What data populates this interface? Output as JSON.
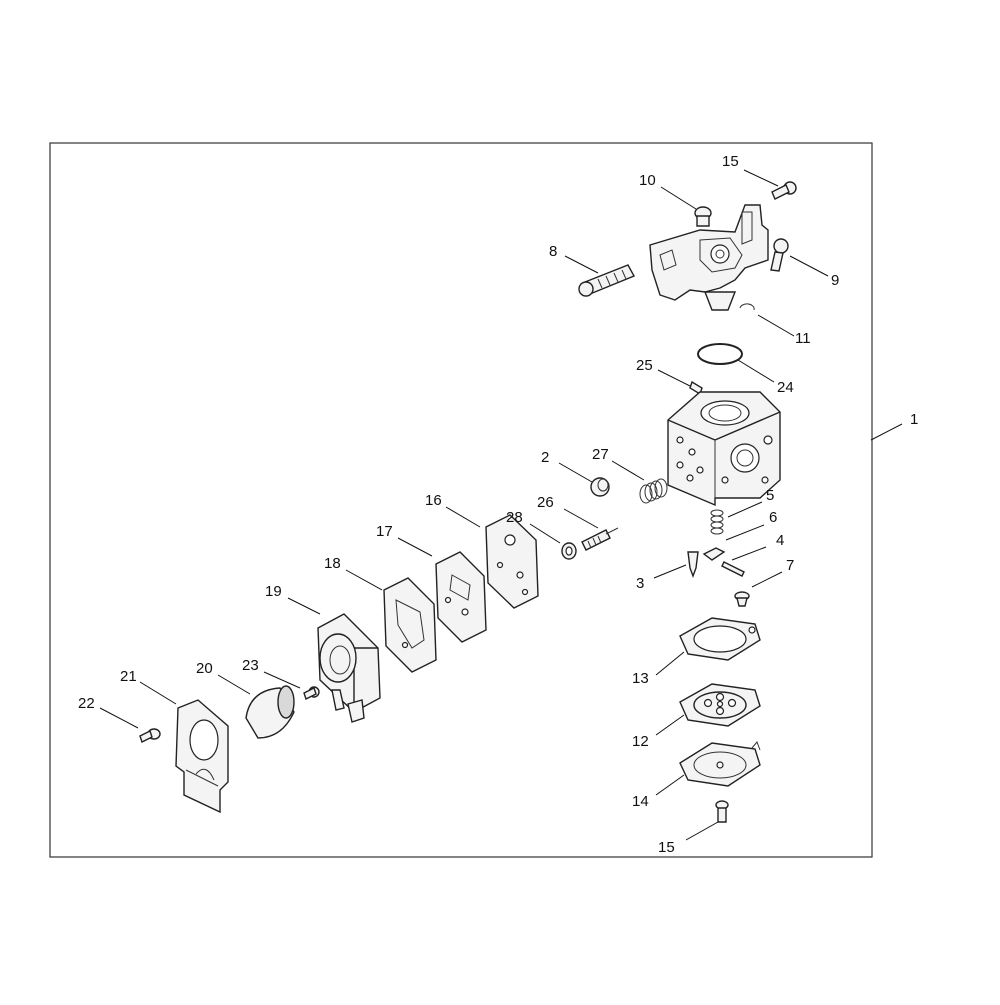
{
  "diagram": {
    "callouts": [
      "1",
      "2",
      "3",
      "4",
      "5",
      "6",
      "7",
      "8",
      "9",
      "10",
      "11",
      "12",
      "13",
      "14",
      "15",
      "15",
      "16",
      "17",
      "18",
      "19",
      "20",
      "21",
      "22",
      "23",
      "24",
      "25",
      "26",
      "27",
      "28"
    ]
  }
}
